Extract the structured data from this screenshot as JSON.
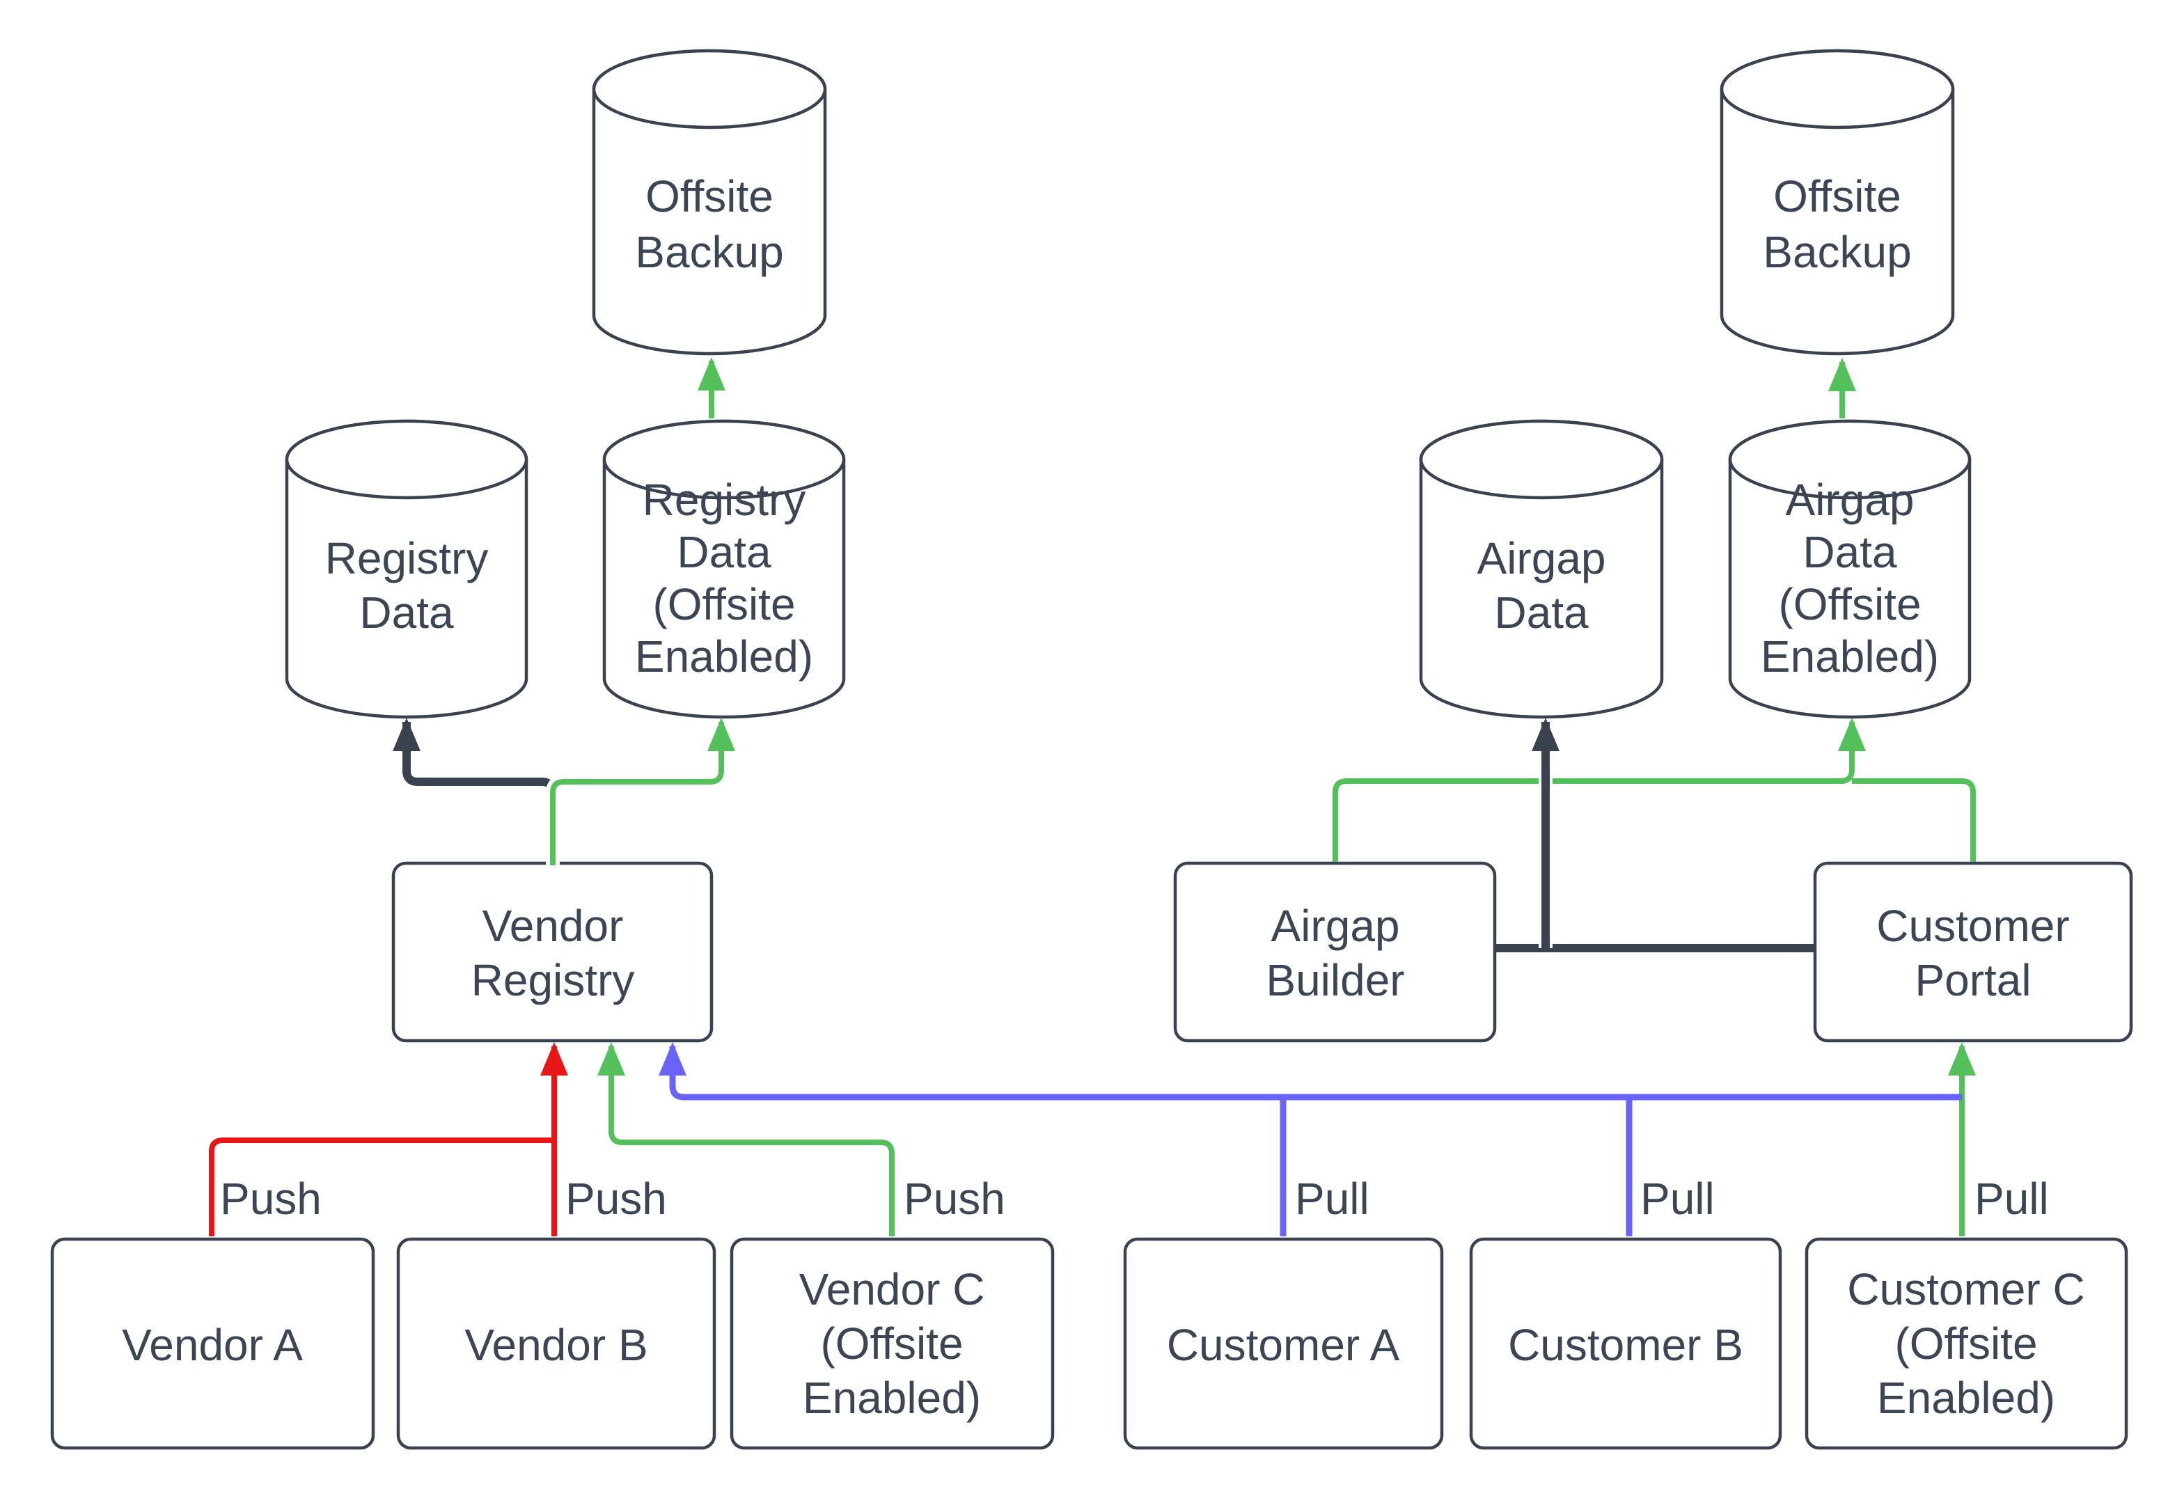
{
  "diagram": {
    "colors": {
      "dark": "#39424E",
      "ink": "#3B4553",
      "green": "#54C05C",
      "red": "#E81717",
      "blue": "#6A63F7",
      "bg": "#FFFFFF"
    },
    "nodes": {
      "offsite_backup_left": {
        "type": "cylinder",
        "lines": [
          "Offsite",
          "Backup"
        ]
      },
      "registry_data": {
        "type": "cylinder",
        "lines": [
          "Registry",
          "Data"
        ]
      },
      "registry_data_offsite": {
        "type": "cylinder",
        "lines": [
          "Registry",
          "Data",
          "(Offsite",
          "Enabled)"
        ]
      },
      "vendor_registry": {
        "type": "box",
        "lines": [
          "Vendor",
          "Registry"
        ]
      },
      "vendor_a": {
        "type": "box",
        "lines": [
          "Vendor A"
        ]
      },
      "vendor_b": {
        "type": "box",
        "lines": [
          "Vendor B"
        ]
      },
      "vendor_c": {
        "type": "box",
        "lines": [
          "Vendor C",
          "(Offsite",
          "Enabled)"
        ]
      },
      "offsite_backup_right": {
        "type": "cylinder",
        "lines": [
          "Offsite",
          "Backup"
        ]
      },
      "airgap_data": {
        "type": "cylinder",
        "lines": [
          "Airgap",
          "Data"
        ]
      },
      "airgap_data_offsite": {
        "type": "cylinder",
        "lines": [
          "Airgap",
          "Data",
          "(Offsite",
          "Enabled)"
        ]
      },
      "airgap_builder": {
        "type": "box",
        "lines": [
          "Airgap",
          "Builder"
        ]
      },
      "customer_portal": {
        "type": "box",
        "lines": [
          "Customer",
          "Portal"
        ]
      },
      "customer_a": {
        "type": "box",
        "lines": [
          "Customer A"
        ]
      },
      "customer_b": {
        "type": "box",
        "lines": [
          "Customer B"
        ]
      },
      "customer_c": {
        "type": "box",
        "lines": [
          "Customer C",
          "(Offsite",
          "Enabled)"
        ]
      }
    },
    "flow_labels": {
      "vendor_a": "Push",
      "vendor_b": "Push",
      "vendor_c": "Push",
      "customer_a": "Pull",
      "customer_b": "Pull",
      "customer_c": "Pull"
    }
  }
}
